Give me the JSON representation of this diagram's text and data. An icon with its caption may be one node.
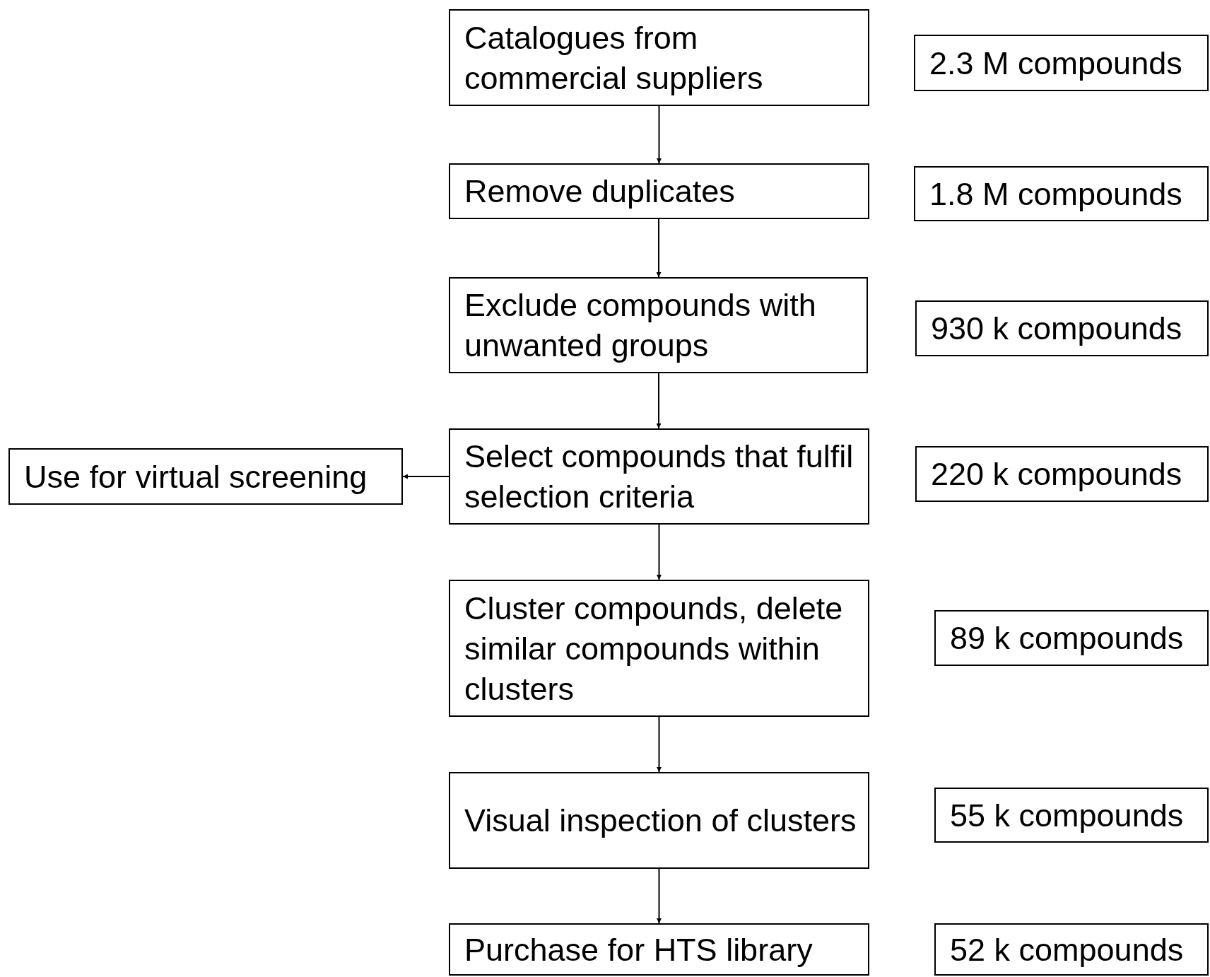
{
  "diagram": {
    "nodes": [
      {
        "text": [
          "Catalogues from commercial suppliers"
        ]
      },
      {
        "text": [
          "2.3 M compounds"
        ]
      },
      {
        "text": [
          "Remove duplicates"
        ]
      },
      {
        "text": [
          "1.8 M compounds"
        ]
      },
      {
        "text": [
          "Exclude compounds with unwanted groups"
        ]
      },
      {
        "text": [
          "930 k compounds"
        ]
      },
      {
        "text": [
          "Use for virtual screening"
        ]
      },
      {
        "text": [
          "Select compounds that fulfil selection criteria"
        ]
      },
      {
        "text": [
          "220 k compounds"
        ]
      },
      {
        "text": [
          "Cluster compounds, delete similar compounds within clusters"
        ]
      },
      {
        "text": [
          "89 k compounds"
        ]
      },
      {
        "text": [
          "Visual inspection of clusters"
        ]
      },
      {
        "text": [
          "55 k compounds"
        ]
      },
      {
        "text": [
          "Purchase for HTS library"
        ]
      },
      {
        "text": [
          "52 k compounds"
        ]
      }
    ],
    "edges": [
      {
        "from": 0,
        "to": 2,
        "arrow": "to"
      },
      {
        "from": 2,
        "to": 4,
        "arrow": "to"
      },
      {
        "from": 4,
        "to": 7,
        "arrow": "to"
      },
      {
        "from": 7,
        "to": 6,
        "arrow": "to"
      },
      {
        "from": 7,
        "to": 9,
        "arrow": "to"
      },
      {
        "from": 9,
        "to": 11,
        "arrow": "to"
      },
      {
        "from": 11,
        "to": 13,
        "arrow": "to"
      }
    ]
  }
}
